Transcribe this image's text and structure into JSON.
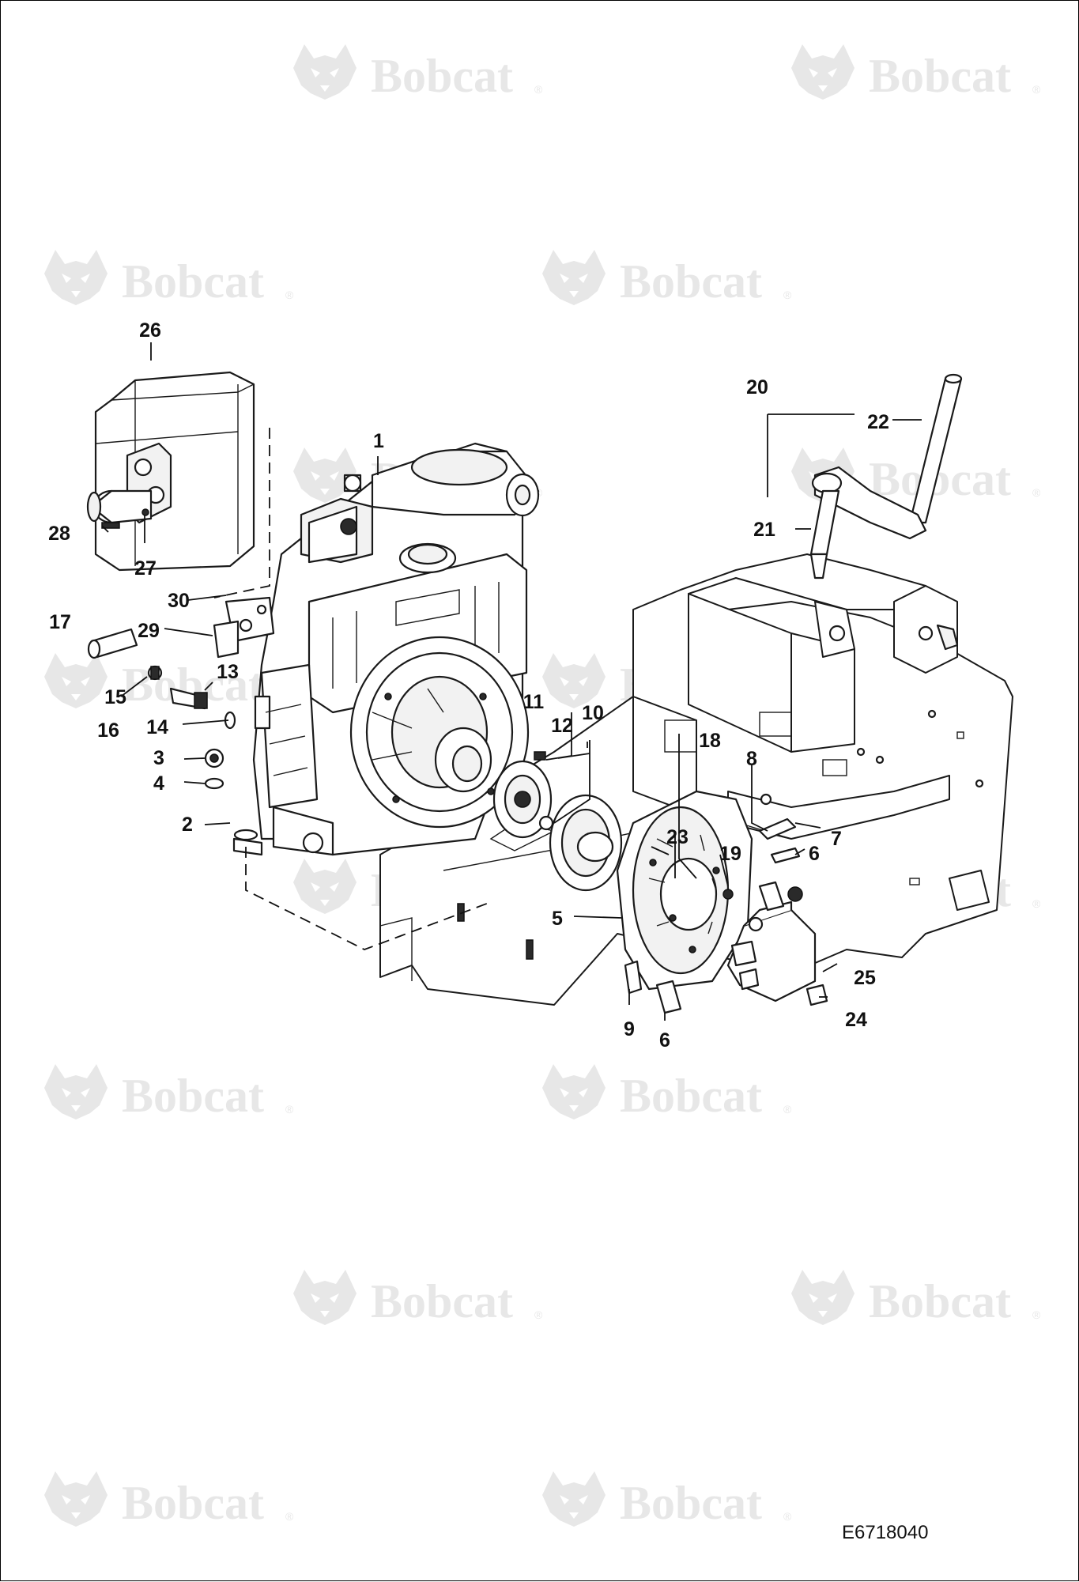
{
  "figure_id": "E6718040",
  "watermark": {
    "text": "Bobcat",
    "registered_mark": "®"
  },
  "callouts": [
    "1",
    "2",
    "3",
    "4",
    "5",
    "6",
    "6",
    "7",
    "8",
    "9",
    "10",
    "11",
    "12",
    "13",
    "14",
    "15",
    "16",
    "17",
    "18",
    "19",
    "20",
    "21",
    "22",
    "23",
    "24",
    "25",
    "26",
    "27",
    "28",
    "29",
    "30"
  ],
  "icons": {
    "watermark_logo": "bobcat-head-logo-icon"
  },
  "colors": {
    "line": "#1a1a1a",
    "watermark": "#e7e7e7",
    "background": "#ffffff"
  }
}
